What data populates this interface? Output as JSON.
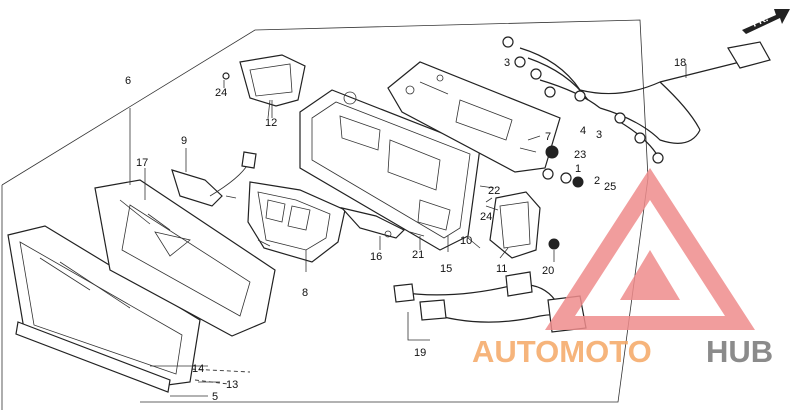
{
  "direction_marker": {
    "label": "FR.",
    "icon": "forward-arrow-icon"
  },
  "callouts": [
    "1",
    "2",
    "3",
    "3",
    "4",
    "5",
    "6",
    "7",
    "8",
    "9",
    "10",
    "11",
    "12",
    "13",
    "14",
    "15",
    "16",
    "17",
    "18",
    "19",
    "20",
    "21",
    "22",
    "23",
    "24",
    "24",
    "25"
  ],
  "watermark": {
    "text_a": "AUTOMOTO",
    "text_b": "HUB",
    "color_a": "#f5a864",
    "color_b": "#777777",
    "logo_color": "#ef8c8c"
  }
}
